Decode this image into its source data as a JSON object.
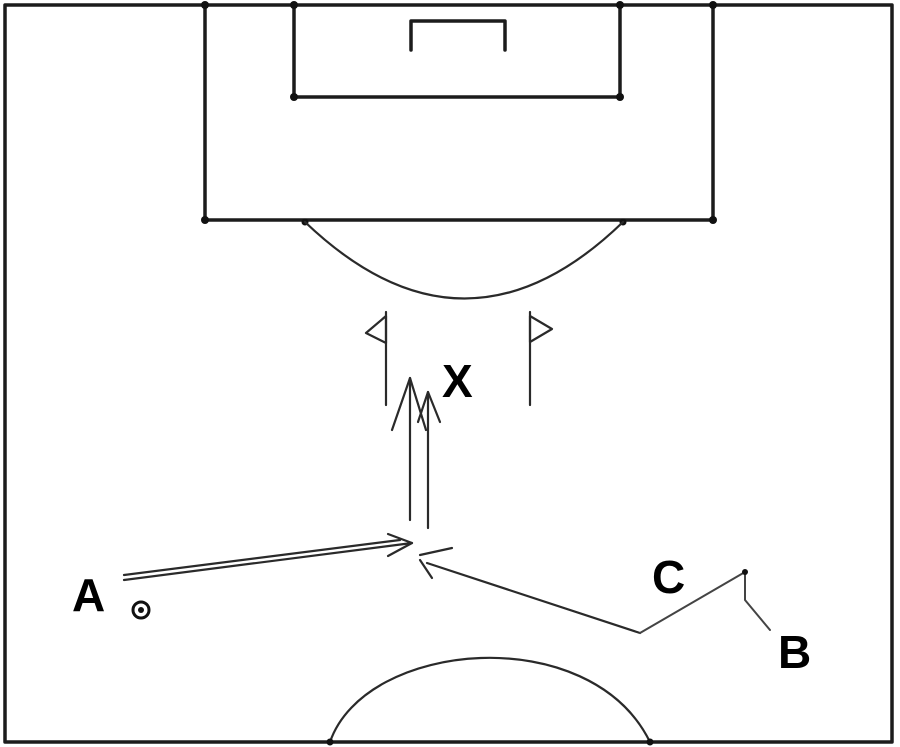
{
  "diagram": {
    "labels": {
      "player_a": "A",
      "player_b": "B",
      "player_c": "C",
      "target_x": "X"
    }
  }
}
